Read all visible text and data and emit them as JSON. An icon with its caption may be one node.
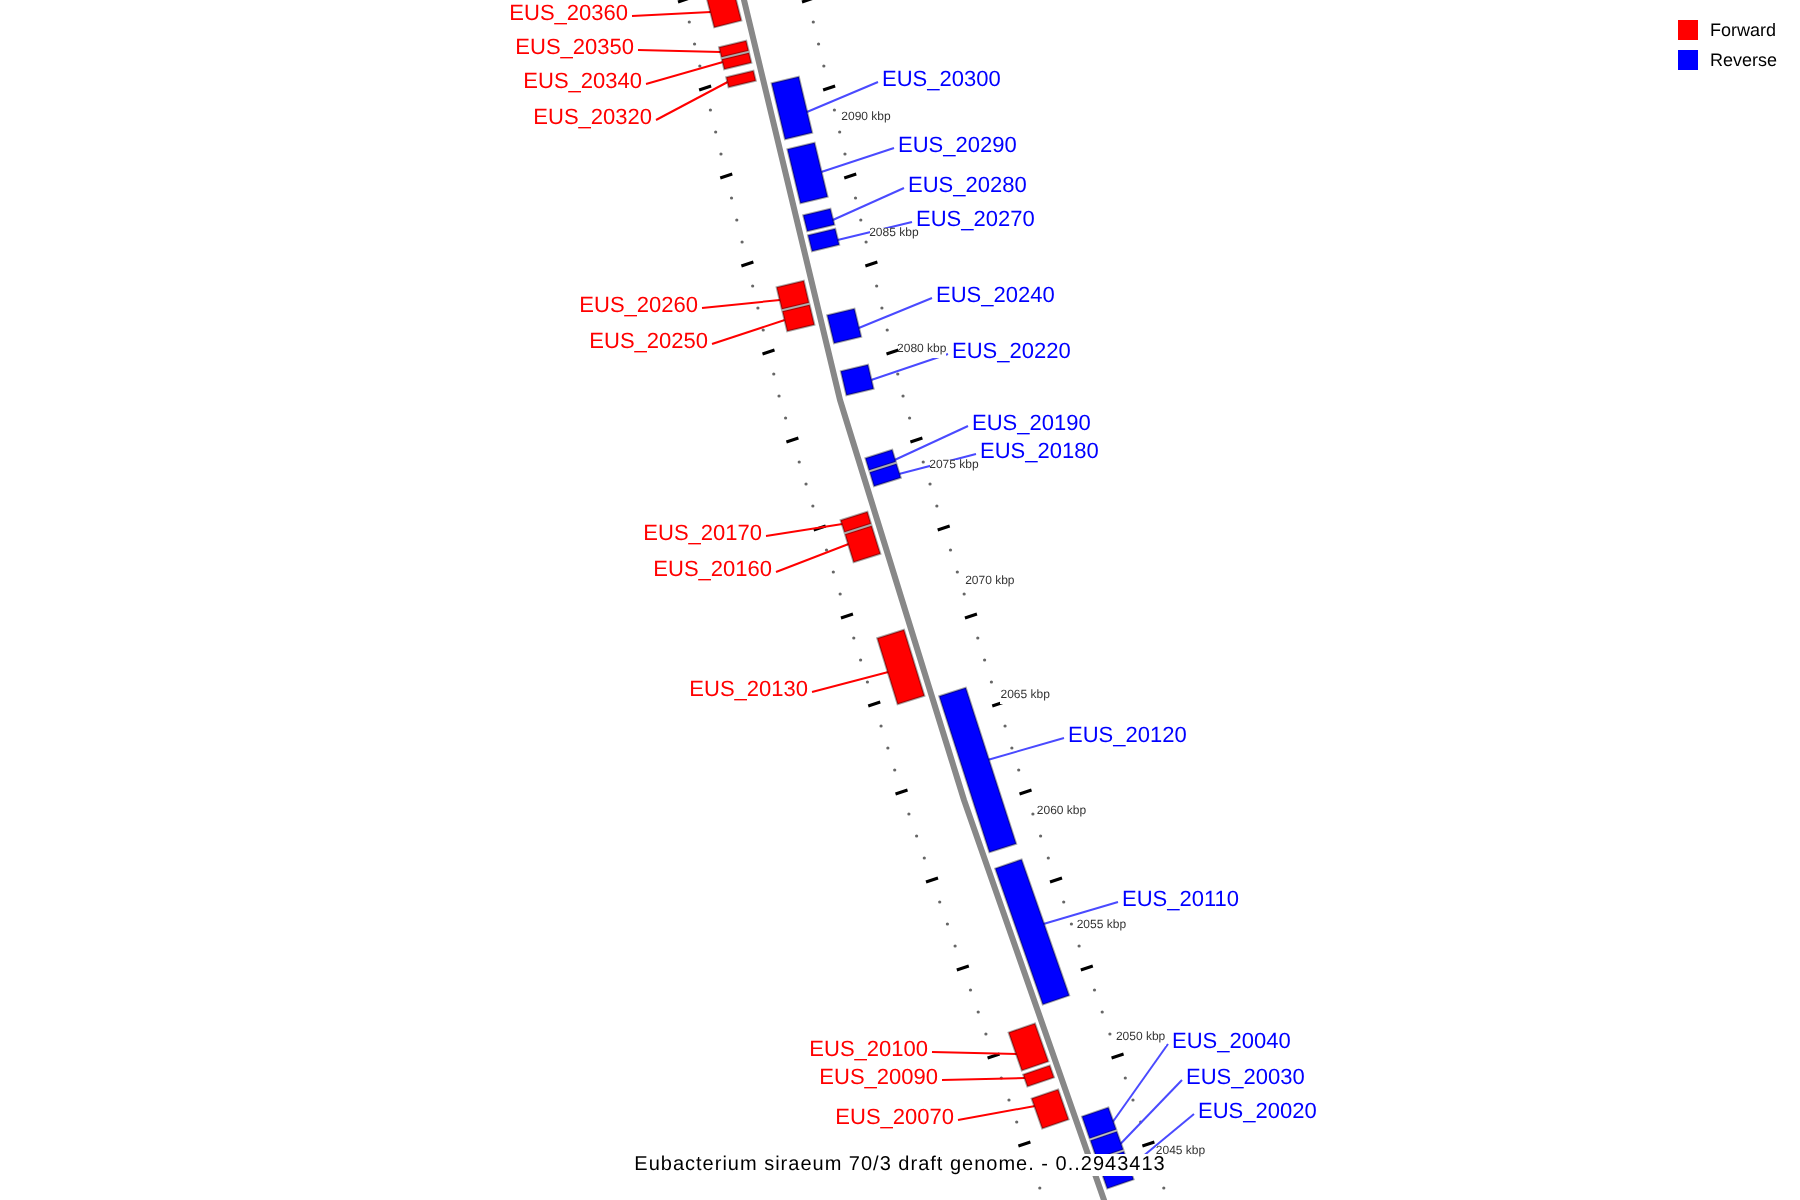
{
  "diagram": {
    "caption": "Eubacterium siraeum 70/3 draft genome. - 0..2943413",
    "nodes": [
      {
        "text": [
          "EUS_20360"
        ]
      },
      {
        "text": [],
        "shape": "bar"
      },
      {
        "text": [
          "EUS_20350"
        ]
      },
      {
        "text": [],
        "shape": "bar"
      },
      {
        "text": [
          "EUS_20340"
        ]
      },
      {
        "text": [],
        "shape": "bar"
      },
      {
        "text": [
          "EUS_20320"
        ]
      },
      {
        "text": [],
        "shape": "bar"
      },
      {
        "text": [
          "EUS_20300"
        ]
      },
      {
        "text": [],
        "shape": "bar"
      },
      {
        "text": [
          "EUS_20290"
        ]
      },
      {
        "text": [],
        "shape": "bar"
      },
      {
        "text": [
          "EUS_20280"
        ]
      },
      {
        "text": [],
        "shape": "bar"
      },
      {
        "text": [
          "EUS_20270"
        ]
      },
      {
        "text": [],
        "shape": "bar"
      },
      {
        "text": [
          "EUS_20260"
        ]
      },
      {
        "text": [],
        "shape": "bar"
      },
      {
        "text": [
          "EUS_20240"
        ]
      },
      {
        "text": [],
        "shape": "bar"
      },
      {
        "text": [
          "EUS_20250"
        ]
      },
      {
        "text": [],
        "shape": "bar"
      },
      {
        "text": [
          "EUS_20220"
        ]
      },
      {
        "text": [],
        "shape": "bar"
      },
      {
        "text": [
          "EUS_20190"
        ]
      },
      {
        "text": [],
        "shape": "bar"
      },
      {
        "text": [
          "EUS_20180"
        ]
      },
      {
        "text": [],
        "shape": "bar"
      },
      {
        "text": [
          "EUS_20170"
        ]
      },
      {
        "text": [],
        "shape": "bar"
      },
      {
        "text": [
          "EUS_20160"
        ]
      },
      {
        "text": [],
        "shape": "bar"
      },
      {
        "text": [
          "EUS_20130"
        ]
      },
      {
        "text": [],
        "shape": "bar"
      },
      {
        "text": [
          "EUS_20120"
        ]
      },
      {
        "text": [],
        "shape": "bar"
      },
      {
        "text": [
          "EUS_20110"
        ]
      },
      {
        "text": [],
        "shape": "bar"
      },
      {
        "text": [
          "EUS_20100"
        ]
      },
      {
        "text": [],
        "shape": "bar"
      },
      {
        "text": [
          "EUS_20040"
        ]
      },
      {
        "text": [],
        "shape": "bar"
      },
      {
        "text": [
          "EUS_20090"
        ]
      },
      {
        "text": [],
        "shape": "bar"
      },
      {
        "text": [
          "EUS_20030"
        ]
      },
      {
        "text": [],
        "shape": "bar"
      },
      {
        "text": [
          "EUS_20070"
        ]
      },
      {
        "text": [],
        "shape": "bar"
      },
      {
        "text": [
          "EUS_20020"
        ]
      },
      {
        "text": [],
        "shape": "bar"
      }
    ],
    "edges": [
      {
        "from": 0,
        "to": 1,
        "arrow": "none",
        "color": "#ff0000"
      },
      {
        "from": 2,
        "to": 3,
        "arrow": "none",
        "color": "#ff0000"
      },
      {
        "from": 4,
        "to": 5,
        "arrow": "none",
        "color": "#ff0000"
      },
      {
        "from": 6,
        "to": 7,
        "arrow": "none",
        "color": "#ff0000"
      },
      {
        "from": 8,
        "to": 9,
        "arrow": "none"
      },
      {
        "from": 10,
        "to": 11,
        "arrow": "none"
      },
      {
        "from": 12,
        "to": 13,
        "arrow": "none"
      },
      {
        "from": 14,
        "to": 15,
        "arrow": "none"
      },
      {
        "from": 16,
        "to": 17,
        "arrow": "none",
        "color": "#ff0000"
      },
      {
        "from": 18,
        "to": 19,
        "arrow": "none"
      },
      {
        "from": 20,
        "to": 21,
        "arrow": "none",
        "color": "#ff0000"
      },
      {
        "from": 22,
        "to": 23,
        "arrow": "none"
      },
      {
        "from": 24,
        "to": 25,
        "arrow": "none"
      },
      {
        "from": 26,
        "to": 27,
        "arrow": "none"
      },
      {
        "from": 28,
        "to": 29,
        "arrow": "none",
        "color": "#ff0000"
      },
      {
        "from": 30,
        "to": 31,
        "arrow": "none",
        "color": "#ff0000"
      },
      {
        "from": 32,
        "to": 33,
        "arrow": "none",
        "color": "#ff0000"
      },
      {
        "from": 34,
        "to": 35,
        "arrow": "none"
      },
      {
        "from": 36,
        "to": 37,
        "arrow": "none"
      },
      {
        "from": 38,
        "to": 39,
        "arrow": "none",
        "color": "#ff0000"
      },
      {
        "from": 40,
        "to": 41,
        "arrow": "none"
      },
      {
        "from": 42,
        "to": 43,
        "arrow": "none",
        "color": "#ff0000"
      },
      {
        "from": 44,
        "to": 45,
        "arrow": "none"
      },
      {
        "from": 46,
        "to": 47,
        "arrow": "none",
        "color": "#ff0000"
      },
      {
        "from": 48,
        "to": 49,
        "arrow": "none"
      }
    ],
    "labels": [
      "2090 kbp",
      "2085 kbp",
      "2080 kbp",
      "2075 kbp",
      "2070 kbp",
      "2065 kbp",
      "2060 kbp",
      "2055 kbp",
      "2050 kbp",
      "2045 kbp"
    ],
    "legend": [
      {
        "text": "Forward",
        "color": "#ff0000"
      },
      {
        "text": "Reverse",
        "color": "#0000ff"
      }
    ]
  }
}
